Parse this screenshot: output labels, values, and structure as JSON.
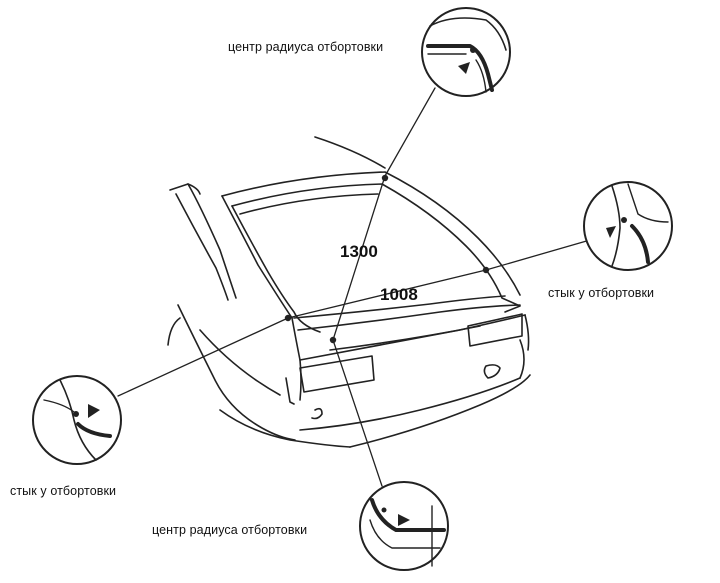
{
  "labels": {
    "top_callout": "центр радиуса отбортовки",
    "right_callout": "стык у отбортовки",
    "left_callout": "стык у отбортовки",
    "bottom_callout": "центр радиуса отбортовки"
  },
  "dimensions": {
    "diagonal": "1300",
    "width": "1008"
  }
}
